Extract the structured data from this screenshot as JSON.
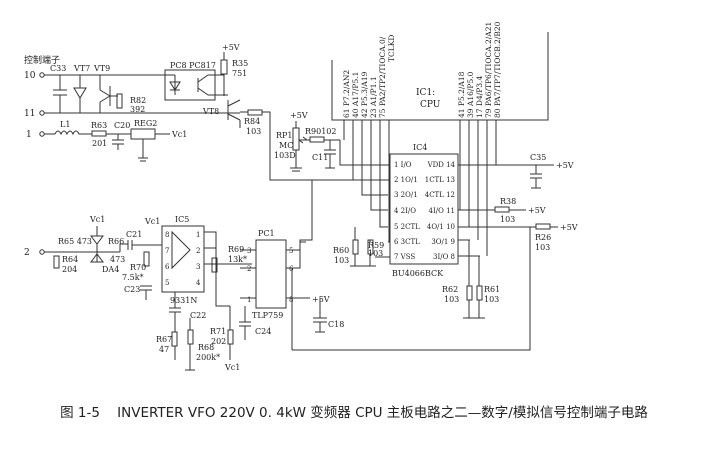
{
  "caption": {
    "number": "图 1-5",
    "text": "INVERTER VFO 220V 0. 4kW 变频器 CPU 主板电路之二—数字/模拟信号控制端子电路"
  },
  "schematic": {
    "terminal_block_label": "控制端子",
    "supplies": {
      "plus5v": "+5V",
      "vc1": "Vc1"
    },
    "terminals": {
      "t10": "10",
      "t11": "11",
      "t1": "1",
      "t2": "2"
    },
    "components": {
      "C33": "C33",
      "VT7": "VT7",
      "VT9": "VT9",
      "PC8": "PC8 PC817",
      "R35": "R35",
      "R35v": "751",
      "R82": "R82",
      "R82v": "392",
      "VT8": "VT8",
      "R84": "R84",
      "R84v": "103",
      "L1": "L1",
      "R63": "R63",
      "R63v": "201",
      "C20": "C20",
      "REG2": "REG2",
      "RP1": "RP1",
      "RP1t": "MC",
      "RP1v": "103D",
      "R90": "R90102",
      "C11": "C11",
      "R65": "R65 473",
      "R66": "R66",
      "C21": "C21",
      "R64": "R64",
      "R64v": "204",
      "R66v": "473",
      "DA4": "DA4",
      "R70": "R70",
      "R70v": "7.5k*",
      "C23": "C23",
      "C22": "C22",
      "IC5": "IC5",
      "IC5name": "9331N",
      "R69": "R69",
      "R69v": "13k*",
      "PC1": "PC1",
      "PC1name": "TLP759",
      "C18": "C18",
      "R67": "R67",
      "R67v": "47",
      "R68": "R68",
      "R68v": "200k*",
      "R71": "R71",
      "R71v": "202",
      "C24": "C24",
      "R60": "R60",
      "R60v": "103",
      "R59": "R59",
      "R59v": "103",
      "IC4": "IC4",
      "IC4name": "BU4066BCK",
      "C35": "C35",
      "R38": "R38",
      "R38v": "103",
      "R26": "R26",
      "R26v": "103",
      "R62": "R62",
      "R62v": "103",
      "R61": "R61",
      "R61v": "103",
      "IC1": "IC1:",
      "IC1name": "CPU"
    },
    "ic4_pins_left": [
      "1 I/O",
      "2 1O/1",
      "3 2O/1",
      "4 2I/O",
      "5 2CTL",
      "6 3CTL",
      "7 VSS"
    ],
    "ic4_pins_right": [
      "VDD 14",
      "1CTL 13",
      "4CTL 12",
      "4I/O 11",
      "4O/1 10",
      "3O/1 9",
      "3I/O 8"
    ],
    "ic1_pins_left": [
      "61 P7.2/AN2",
      "40 A17/P5.1",
      "42 P5.3/A19",
      "23 A1/P1.1",
      "75 PA2/TP2/TIOCA.0/",
      "TCLKD"
    ],
    "ic1_pins_right": [
      "41 P5.2/A18",
      "39 A16/P5.0",
      "17 D4/P3.4",
      "79 PA6/TP6/TIOCA.2/A21",
      "80 PA7/TP7/TIOCB.2/B20"
    ]
  }
}
